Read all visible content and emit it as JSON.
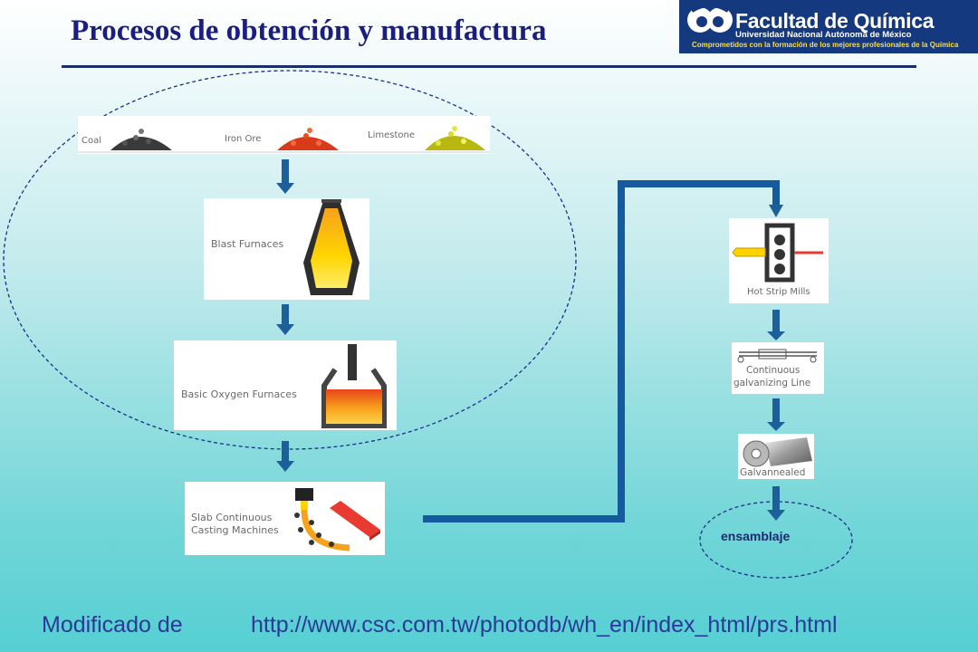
{
  "title": "Procesos de obtención y manufactura",
  "logo": {
    "name": "Facultad de Química",
    "sub": "Universidad Nacional Autónoma de México",
    "tagline": "Comprometidos con la formación de los mejores profesionales de la Química"
  },
  "raw_materials": {
    "coal": "Coal",
    "iron_ore": "Iron Ore",
    "limestone": "Limestone"
  },
  "stages": {
    "blast": "Blast Furnaces",
    "bof": "Basic Oxygen Furnaces",
    "slab_line1": "Slab Continuous",
    "slab_line2": "Casting Machines",
    "hot_strip": "Hot Strip Mills",
    "galv_line1": "Continuous",
    "galv_line2": "galvanizing Line",
    "galvannealed": "Galvannealed",
    "ensamblaje": "ensamblaje"
  },
  "footer": {
    "prefix": "Modificado de",
    "url": "http://www.csc.com.tw/photodb/wh_en/index_html/prs.html"
  },
  "colors": {
    "title": "#1a1e80",
    "arrow": "#1d5f98",
    "connector": "#145a9c",
    "dashed": "#1a2f8a"
  }
}
